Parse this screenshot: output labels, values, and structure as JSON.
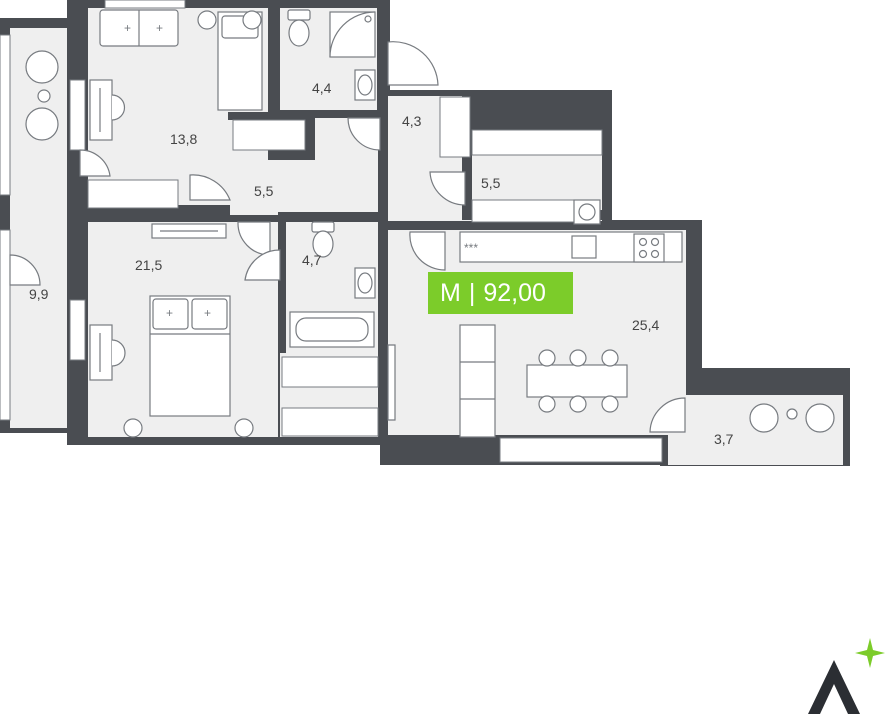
{
  "rooms": [
    {
      "id": "bedroom-1",
      "area": "13,8"
    },
    {
      "id": "bathroom-1",
      "area": "4,4"
    },
    {
      "id": "hall",
      "area": "4,3"
    },
    {
      "id": "corridor",
      "area": "5,5"
    },
    {
      "id": "wardrobe",
      "area": "5,5"
    },
    {
      "id": "bedroom-2",
      "area": "21,5"
    },
    {
      "id": "bathroom-2",
      "area": "4,7"
    },
    {
      "id": "loggia",
      "area": "9,9"
    },
    {
      "id": "kitchen-living",
      "area": "25,4"
    },
    {
      "id": "balcony",
      "area": "3,7"
    }
  ],
  "badge": {
    "type": "M",
    "total_area": "92,00"
  },
  "colors": {
    "wall": "#4a4d52",
    "floor": "#efefef",
    "accent": "#7ccc2a",
    "furniture_stroke": "#777b80"
  },
  "icons": [
    "sofa-icon",
    "bed-icon",
    "desk-icon",
    "chair-icon",
    "toilet-icon",
    "shower-icon",
    "sink-icon",
    "bathtub-icon",
    "wardrobe-icon",
    "washing-machine-icon",
    "stove-icon",
    "dining-table-icon",
    "armchair-icon",
    "logo-icon"
  ]
}
